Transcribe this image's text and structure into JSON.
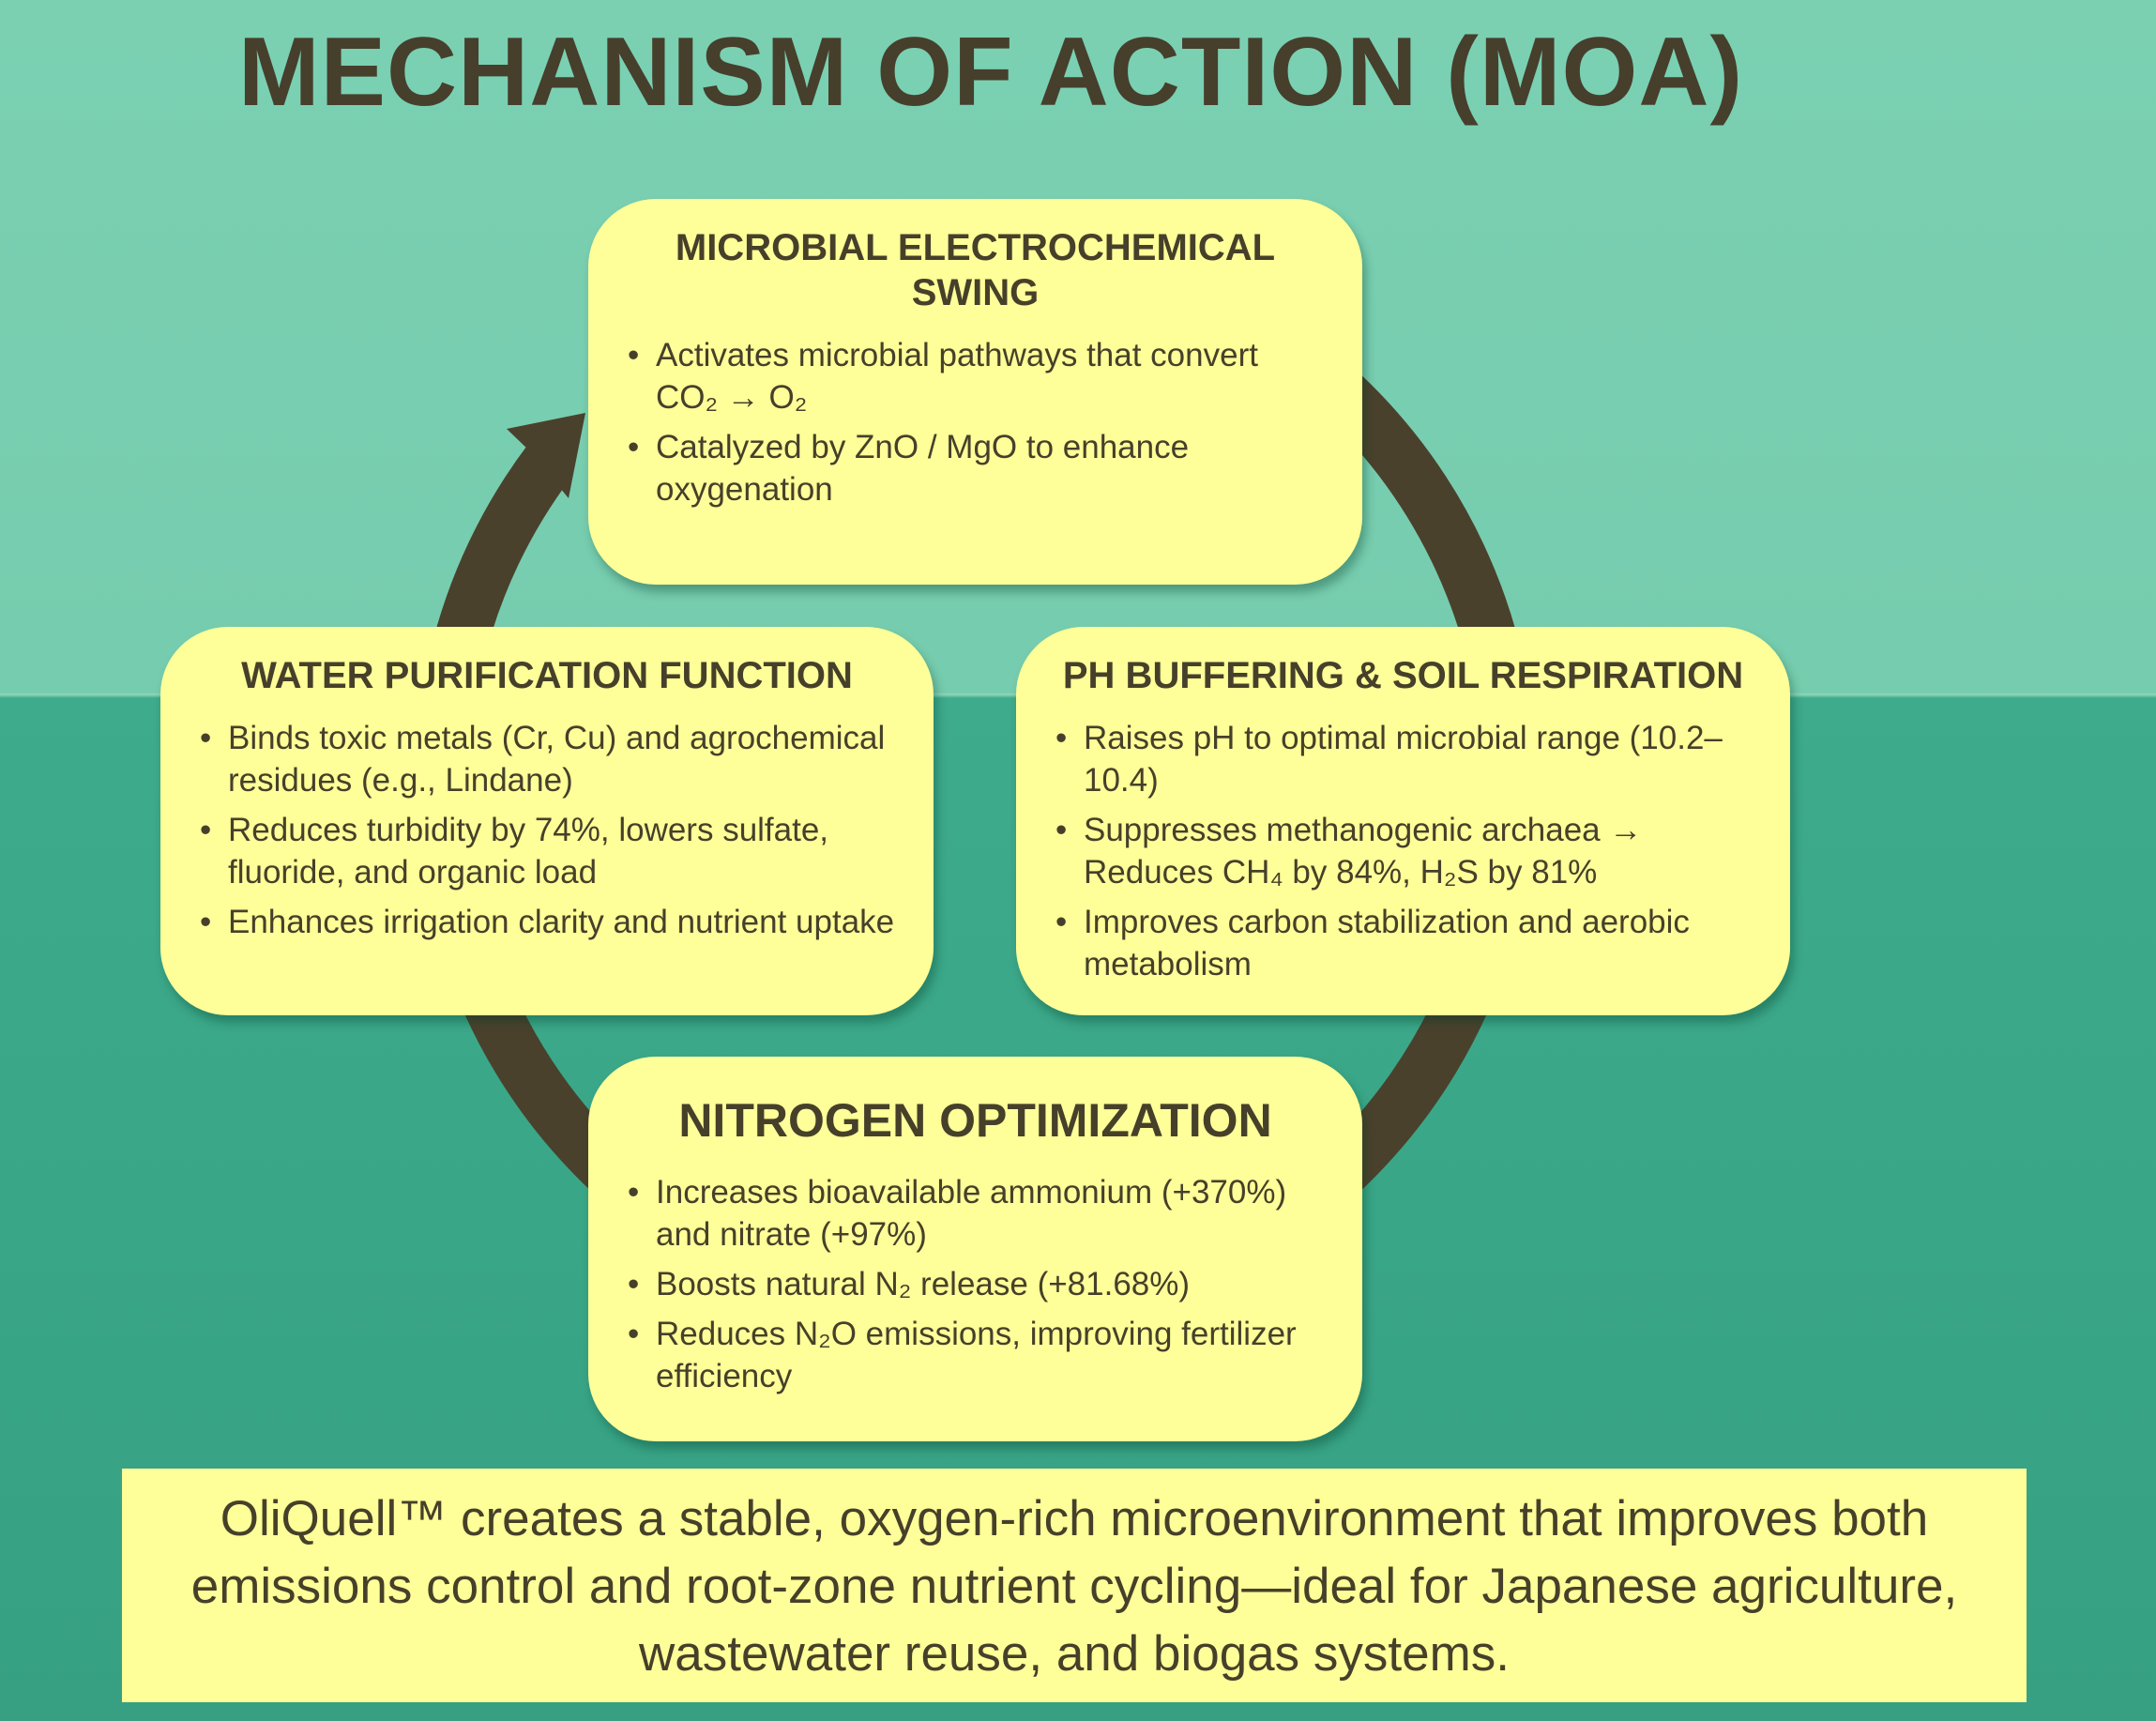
{
  "title": "MECHANISM OF ACTION (MOA)",
  "colors": {
    "box": "#ffff99",
    "text": "#46402a",
    "arrow": "#4a412c",
    "bg_top": "#7bd0b2",
    "bg_bottom": "#39a687"
  },
  "boxes": {
    "top": {
      "heading": "MICROBIAL ELECTROCHEMICAL SWING",
      "bullets": [
        "Activates microbial pathways that convert CO₂ → O₂",
        "Catalyzed by ZnO / MgO to enhance oxygenation"
      ]
    },
    "left": {
      "heading": "WATER PURIFICATION FUNCTION",
      "bullets": [
        "Binds toxic metals (Cr, Cu) and agrochemical residues (e.g., Lindane)",
        "Reduces turbidity by 74%, lowers sulfate, fluoride, and organic load",
        "Enhances irrigation clarity and nutrient uptake"
      ]
    },
    "right": {
      "heading": "PH BUFFERING & SOIL RESPIRATION",
      "bullets": [
        "Raises pH to optimal microbial range (10.2–10.4)",
        "Suppresses methanogenic archaea → Reduces CH₄ by 84%, H₂S by 81%",
        "Improves carbon stabilization and aerobic metabolism"
      ]
    },
    "bottom": {
      "heading": "NITROGEN OPTIMIZATION",
      "bullets": [
        "Increases bioavailable ammonium (+370%) and nitrate (+97%)",
        "Boosts natural N₂ release (+81.68%)",
        "Reduces N₂O emissions, improving fertilizer efficiency"
      ]
    }
  },
  "banner": "OliQuell™ creates a stable, oxygen-rich microenvironment that improves both emissions control and root-zone nutrient cycling—ideal for Japanese agriculture, wastewater reuse, and biogas systems."
}
